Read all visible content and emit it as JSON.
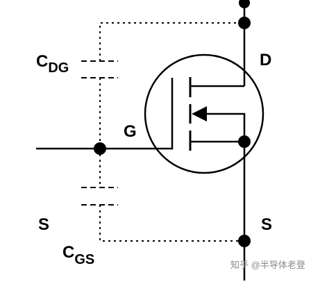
{
  "diagram": {
    "labels": {
      "cdg_main": "C",
      "cdg_sub": "DG",
      "gate": "G",
      "drain": "D",
      "source_left": "S",
      "source_right": "S",
      "cgs_main": "C",
      "cgs_sub": "GS"
    },
    "watermark": "知乎 @半导体老登",
    "colors": {
      "line": "#000000",
      "watermark": "#8a8a8a",
      "background": "#ffffff"
    }
  }
}
